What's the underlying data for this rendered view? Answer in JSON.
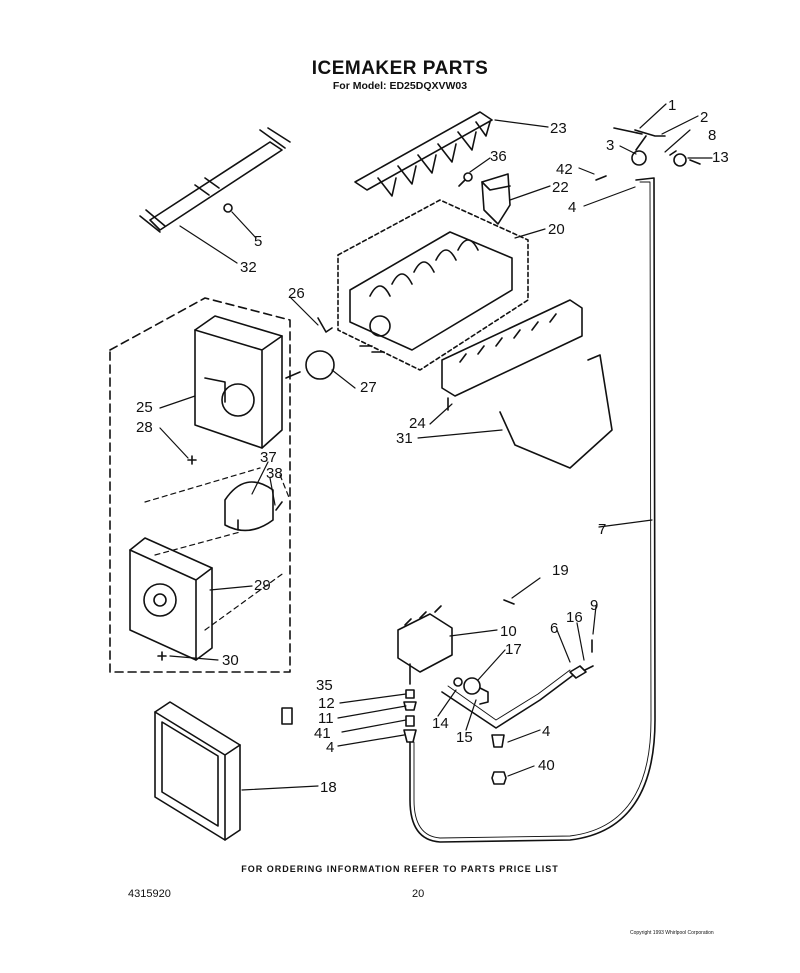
{
  "header": {
    "title": "ICEMAKER PARTS",
    "subtitle": "For Model: ED25DQXVW03"
  },
  "callouts": [
    "1",
    "2",
    "3",
    "8",
    "13",
    "42",
    "4",
    "36",
    "22",
    "23",
    "20",
    "5",
    "32",
    "26",
    "27",
    "25",
    "28",
    "24",
    "31",
    "37",
    "38",
    "29",
    "30",
    "35",
    "7",
    "19",
    "10",
    "9",
    "16",
    "6",
    "17",
    "12",
    "11",
    "41",
    "4",
    "14",
    "15",
    "4",
    "40",
    "18"
  ],
  "footer": {
    "ordering_note": "FOR ORDERING INFORMATION REFER TO PARTS PRICE LIST",
    "doc_number": "4315920",
    "page_number": "20",
    "copyright": "Copyright 1993 Whirlpool Corporation"
  }
}
